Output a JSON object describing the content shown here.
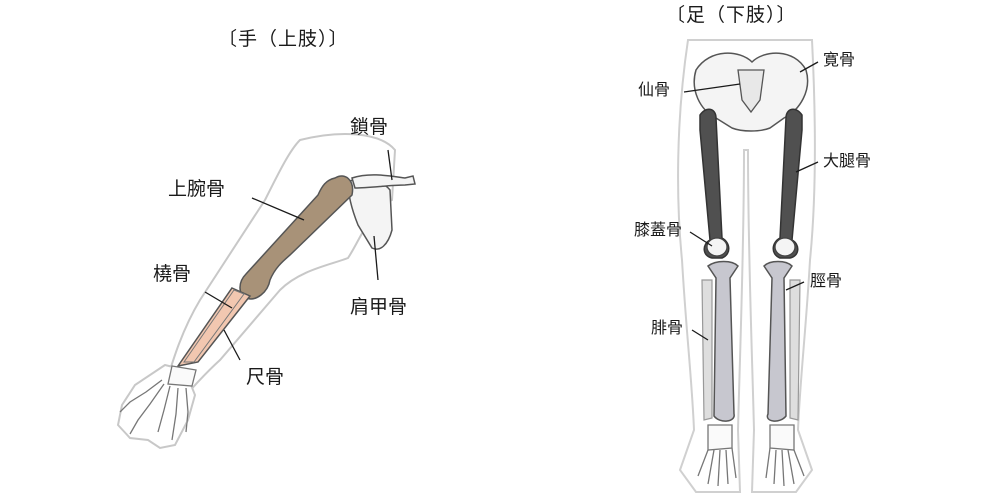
{
  "arm": {
    "title": "〔手（上肢）〕",
    "labels": {
      "clavicle": "鎖骨",
      "humerus": "上腕骨",
      "radius": "橈骨",
      "ulna": "尺骨",
      "scapula": "肩甲骨"
    }
  },
  "leg": {
    "title": "〔足（下肢）〕",
    "labels": {
      "sacrum": "仙骨",
      "hip_bone": "寛骨",
      "femur": "大腿骨",
      "patella": "膝蓋骨",
      "tibia": "脛骨",
      "fibula": "腓骨"
    }
  },
  "colors": {
    "humerus": "#a89278",
    "forearm_highlight": "#f2c7b0",
    "femur": "#505050",
    "tibia": "#c7c7cf",
    "fibula": "#dedede",
    "bone_light": "#f5f5f5",
    "outline": "#bdbdbd",
    "leader": "#1a1a1a"
  }
}
